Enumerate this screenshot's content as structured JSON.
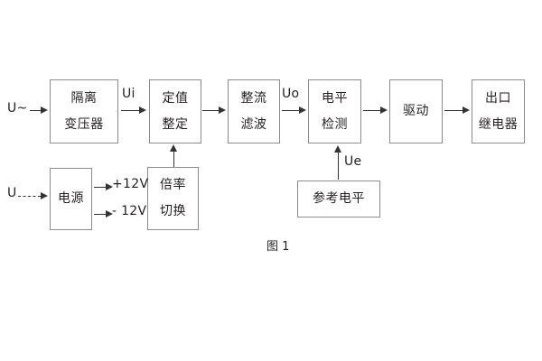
{
  "figure": {
    "caption": "图 1",
    "background": "#ffffff",
    "box_border_color": "#8c8c8c",
    "line_color": "#333333",
    "text_color": "#231f20"
  },
  "blocks": [
    {
      "id": "isolation",
      "lines": [
        "隔离",
        "变压器"
      ]
    },
    {
      "id": "setting",
      "lines": [
        "定值",
        "整定"
      ]
    },
    {
      "id": "rectifier",
      "lines": [
        "整流",
        "滤波"
      ]
    },
    {
      "id": "level",
      "lines": [
        "电平",
        "检测"
      ]
    },
    {
      "id": "drive",
      "lines": [
        "驱动"
      ]
    },
    {
      "id": "output",
      "lines": [
        "出口",
        "继电器"
      ]
    },
    {
      "id": "power",
      "lines": [
        "电源"
      ]
    },
    {
      "id": "multiplier",
      "lines": [
        "倍率",
        "切换"
      ]
    },
    {
      "id": "reference",
      "lines": [
        "参考电平"
      ]
    }
  ],
  "signals": {
    "input_ac": "U~",
    "input_dc": "U",
    "ui": "Ui",
    "uo": "Uo",
    "ue": "Ue",
    "rail_positive": "+12V",
    "rail_negative": "- 12V"
  },
  "connections": [
    {
      "id": "in-ac",
      "from": "U~",
      "to": "isolation",
      "style": "solid",
      "direction": "right"
    },
    {
      "id": "isolation-setting",
      "from": "isolation",
      "to": "setting",
      "style": "solid",
      "direction": "right",
      "label": "Ui"
    },
    {
      "id": "setting-rectifier",
      "from": "setting",
      "to": "rectifier",
      "style": "solid",
      "direction": "right"
    },
    {
      "id": "rectifier-level",
      "from": "rectifier",
      "to": "level",
      "style": "solid",
      "direction": "right",
      "label": "Uo"
    },
    {
      "id": "level-drive",
      "from": "level",
      "to": "drive",
      "style": "solid",
      "direction": "right"
    },
    {
      "id": "drive-output",
      "from": "drive",
      "to": "output",
      "style": "solid",
      "direction": "right"
    },
    {
      "id": "in-dc",
      "from": "U",
      "to": "power",
      "style": "dashed",
      "direction": "right"
    },
    {
      "id": "power-positive",
      "from": "power",
      "to": "+12V",
      "style": "solid",
      "direction": "right",
      "label": "+12V"
    },
    {
      "id": "power-negative",
      "from": "power",
      "to": "- 12V",
      "style": "solid",
      "direction": "right",
      "label": "- 12V"
    },
    {
      "id": "multiplier-setting",
      "from": "multiplier",
      "to": "setting",
      "style": "solid",
      "direction": "up"
    },
    {
      "id": "reference-level",
      "from": "reference",
      "to": "level",
      "style": "solid",
      "direction": "up",
      "label": "Ue"
    }
  ]
}
